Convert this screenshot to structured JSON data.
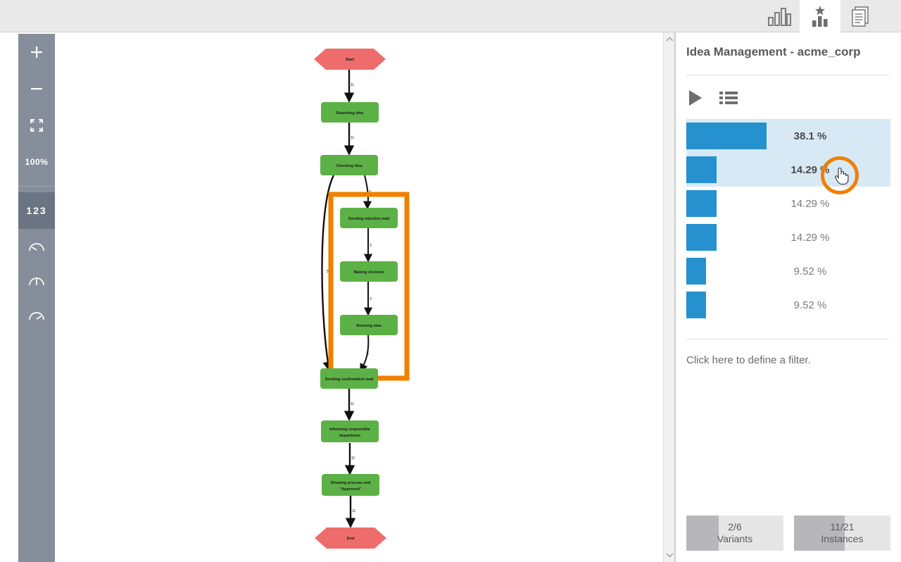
{
  "topbar": {
    "tabs": [
      {
        "name": "tab-overview-chart",
        "icon": "bar-chart-icon",
        "active": false
      },
      {
        "name": "tab-variants",
        "icon": "bar-chart-star-icon",
        "active": true
      },
      {
        "name": "tab-documents",
        "icon": "documents-icon",
        "active": false
      }
    ]
  },
  "toolbar": {
    "zoom_in_label": "+",
    "zoom_out_label": "−",
    "fit_label": "fit-screen-icon",
    "zoom_level": "100%",
    "frequency_label": "123",
    "gauge_low_label": "gauge-low-icon",
    "gauge_mid_label": "gauge-mid-icon",
    "gauge_high_label": "gauge-high-icon"
  },
  "panel": {
    "title": "Idea Management - acme_corp",
    "play_icon": "play-icon",
    "list_icon": "list-icon",
    "filter_text": "Click here to define a filter.",
    "variants": [
      {
        "percent": "38.1 %",
        "value": 38.1,
        "selected": true
      },
      {
        "percent": "14.29 %",
        "value": 14.29,
        "selected": true
      },
      {
        "percent": "14.29 %",
        "value": 14.29,
        "selected": false
      },
      {
        "percent": "14.29 %",
        "value": 14.29,
        "selected": false
      },
      {
        "percent": "9.52 %",
        "value": 9.52,
        "selected": false
      },
      {
        "percent": "9.52 %",
        "value": 9.52,
        "selected": false
      }
    ],
    "counters": [
      {
        "value": "2/6",
        "label": "Variants",
        "fill_ratio": 0.333
      },
      {
        "value": "11/21",
        "label": "Instances",
        "fill_ratio": 0.524
      }
    ]
  },
  "diagram": {
    "nodes": [
      {
        "id": "start",
        "label": "Start",
        "type": "hexagon",
        "color": "#ef6c6c"
      },
      {
        "id": "n1",
        "label": "Reporting idea",
        "type": "task",
        "color": "#5cb146"
      },
      {
        "id": "n2",
        "label": "Checking idea",
        "type": "task",
        "color": "#5cb146"
      },
      {
        "id": "n3",
        "label": "Sending rejection mail",
        "type": "task",
        "color": "#5cb146"
      },
      {
        "id": "n4",
        "label": "Making decision",
        "type": "task",
        "color": "#5cb146"
      },
      {
        "id": "n5",
        "label": "Revising idea",
        "type": "task",
        "color": "#5cb146"
      },
      {
        "id": "n6",
        "label": "Sending confirmation mail",
        "type": "task",
        "color": "#5cb146"
      },
      {
        "id": "n7a",
        "label": "Informing responsible",
        "type": "task",
        "color": "#5cb146"
      },
      {
        "id": "n7b",
        "label": "department",
        "type": "task",
        "color": "#5cb146"
      },
      {
        "id": "n8a",
        "label": "Showing process and",
        "type": "task",
        "color": "#5cb146"
      },
      {
        "id": "n8b",
        "label": "\"Approved\"",
        "type": "task",
        "color": "#5cb146"
      },
      {
        "id": "end",
        "label": "End",
        "type": "hexagon",
        "color": "#ef6c6c"
      }
    ],
    "edge_labels": [
      "11",
      "11",
      "3",
      "3",
      "3",
      "5",
      "5",
      "11",
      "11",
      "11"
    ],
    "highlight_color": "#f08000"
  }
}
